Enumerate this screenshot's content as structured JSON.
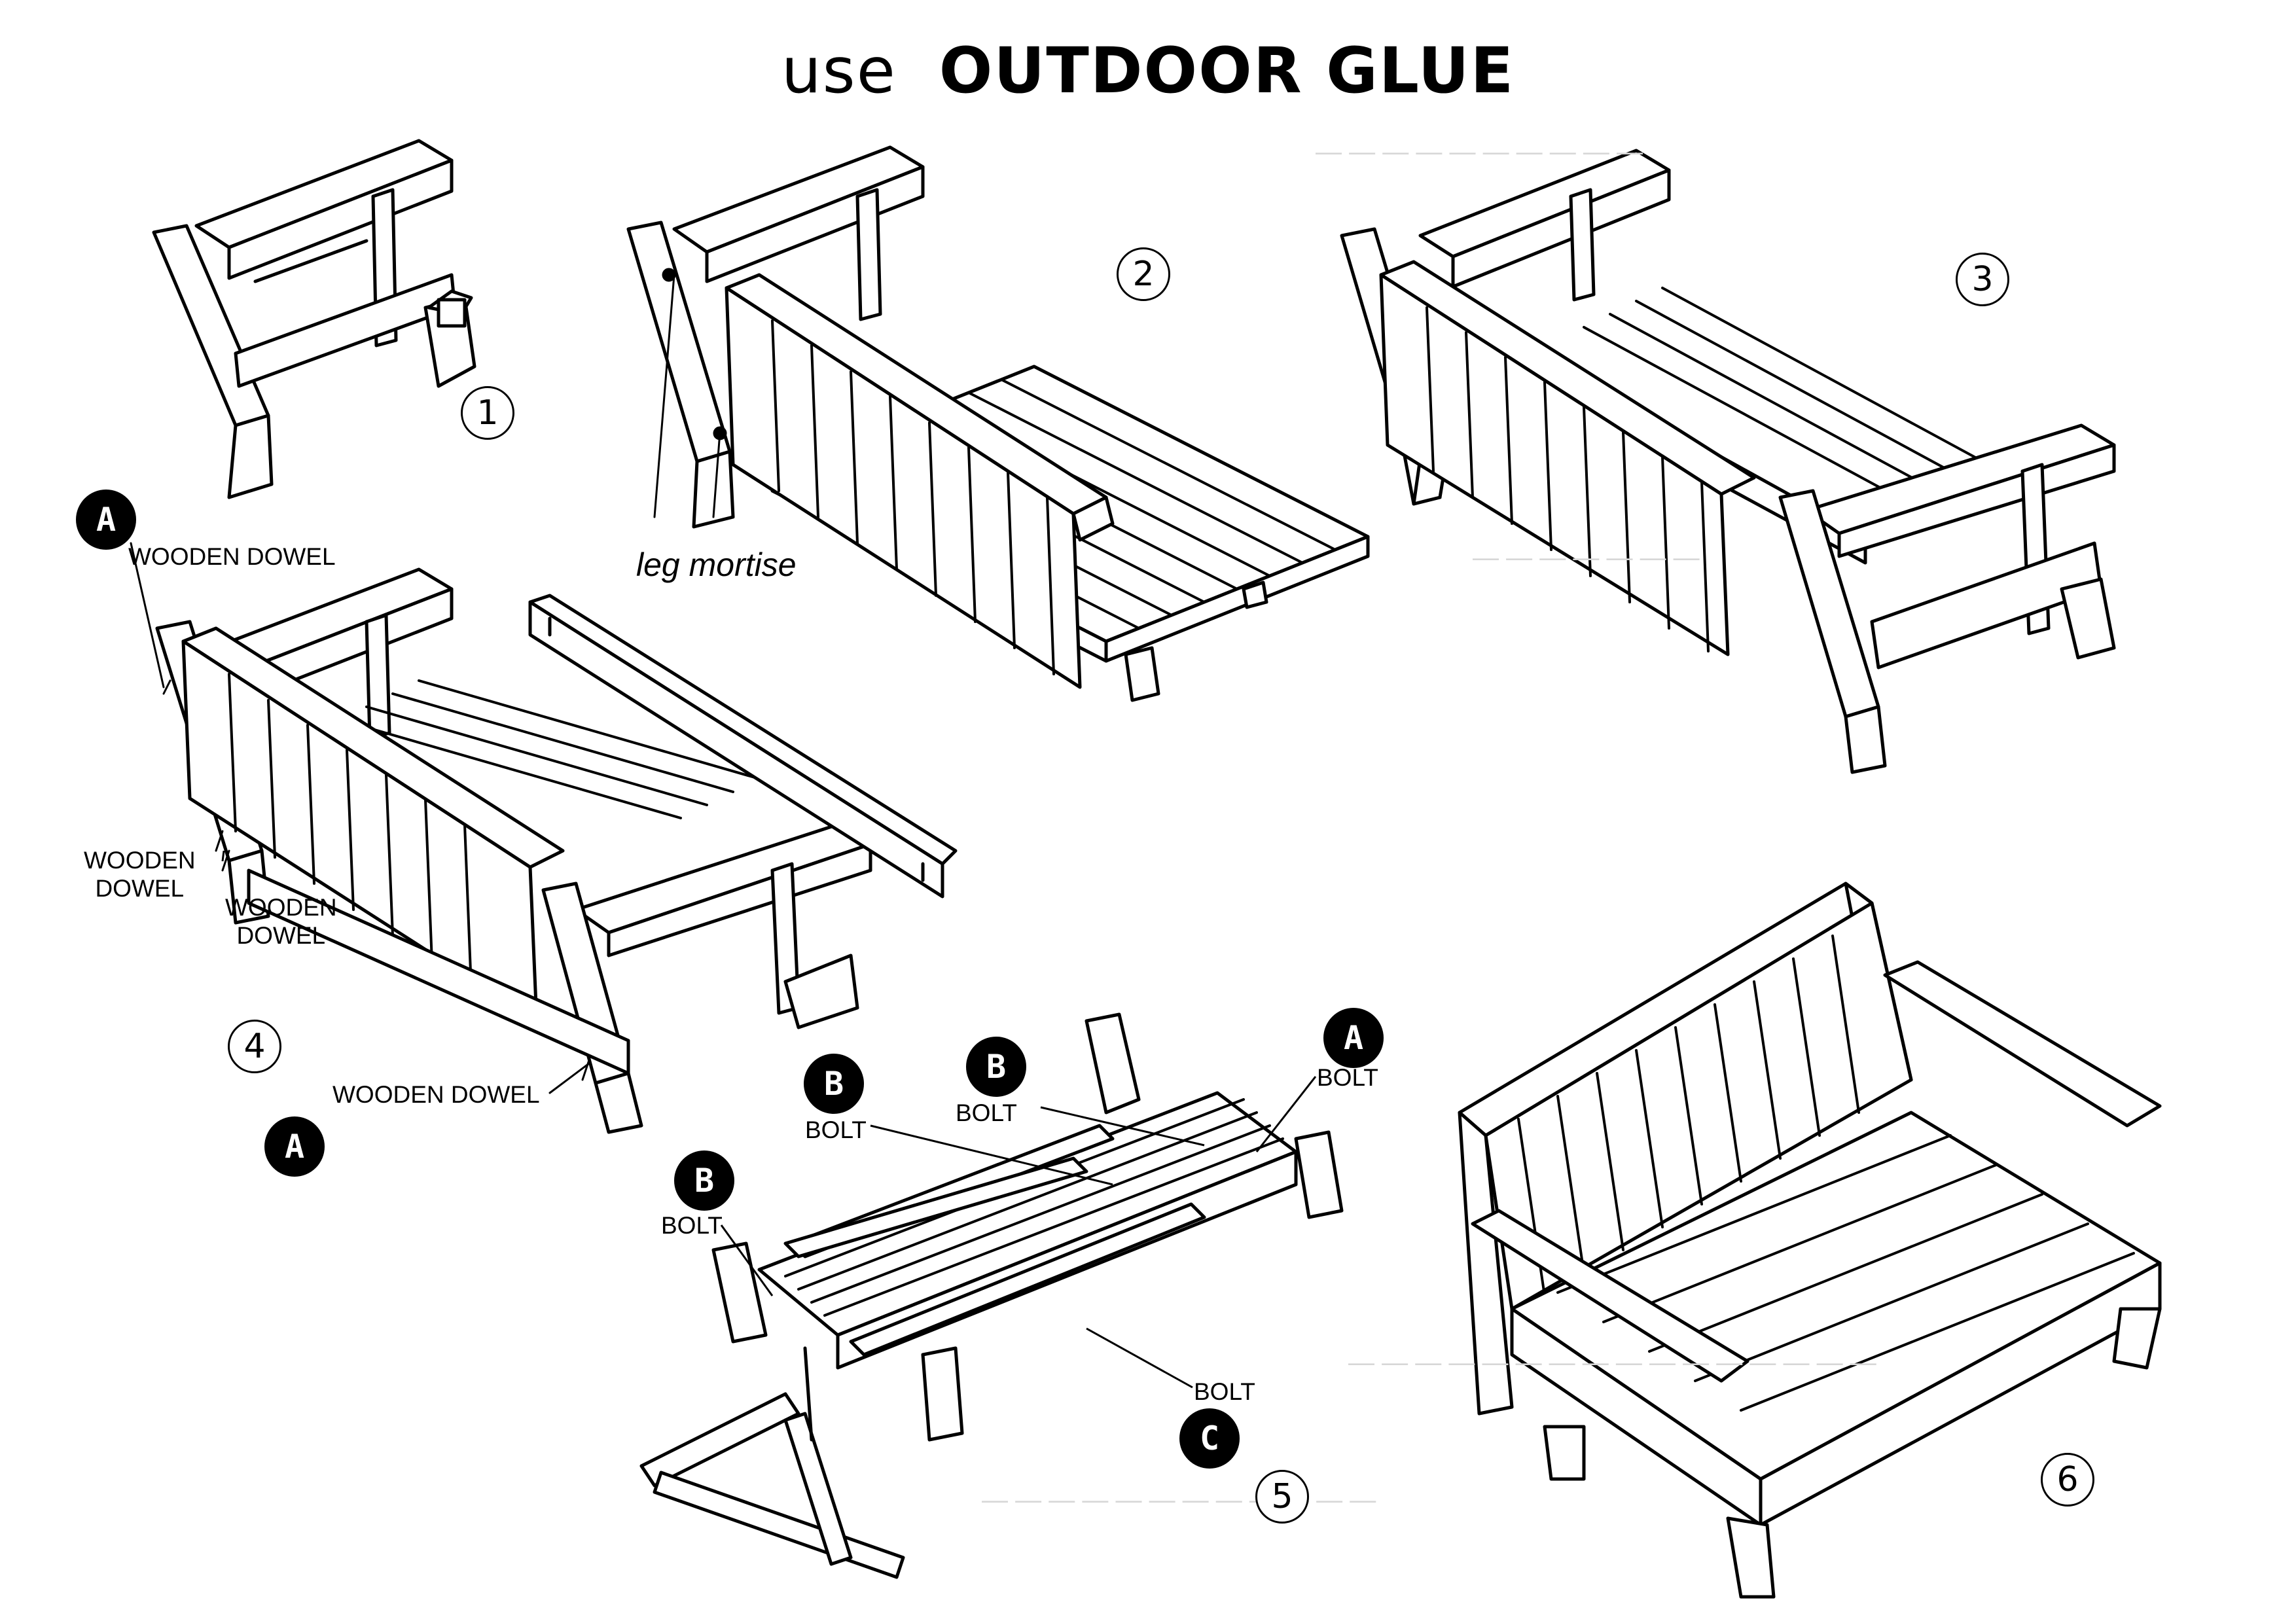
{
  "header": {
    "prefix": "use",
    "emphasis": "OUTDOOR  GLUE"
  },
  "steps": [
    "1",
    "2",
    "3",
    "4",
    "5",
    "6"
  ],
  "markers": {
    "a": "A",
    "b": "B",
    "c": "C"
  },
  "labels": {
    "wooden_dowel": "WOODEN DOWEL",
    "wooden": "WOODEN",
    "dowel": "DOWEL",
    "bolt": "BOLT",
    "leg_mortise": "leg mortise"
  }
}
